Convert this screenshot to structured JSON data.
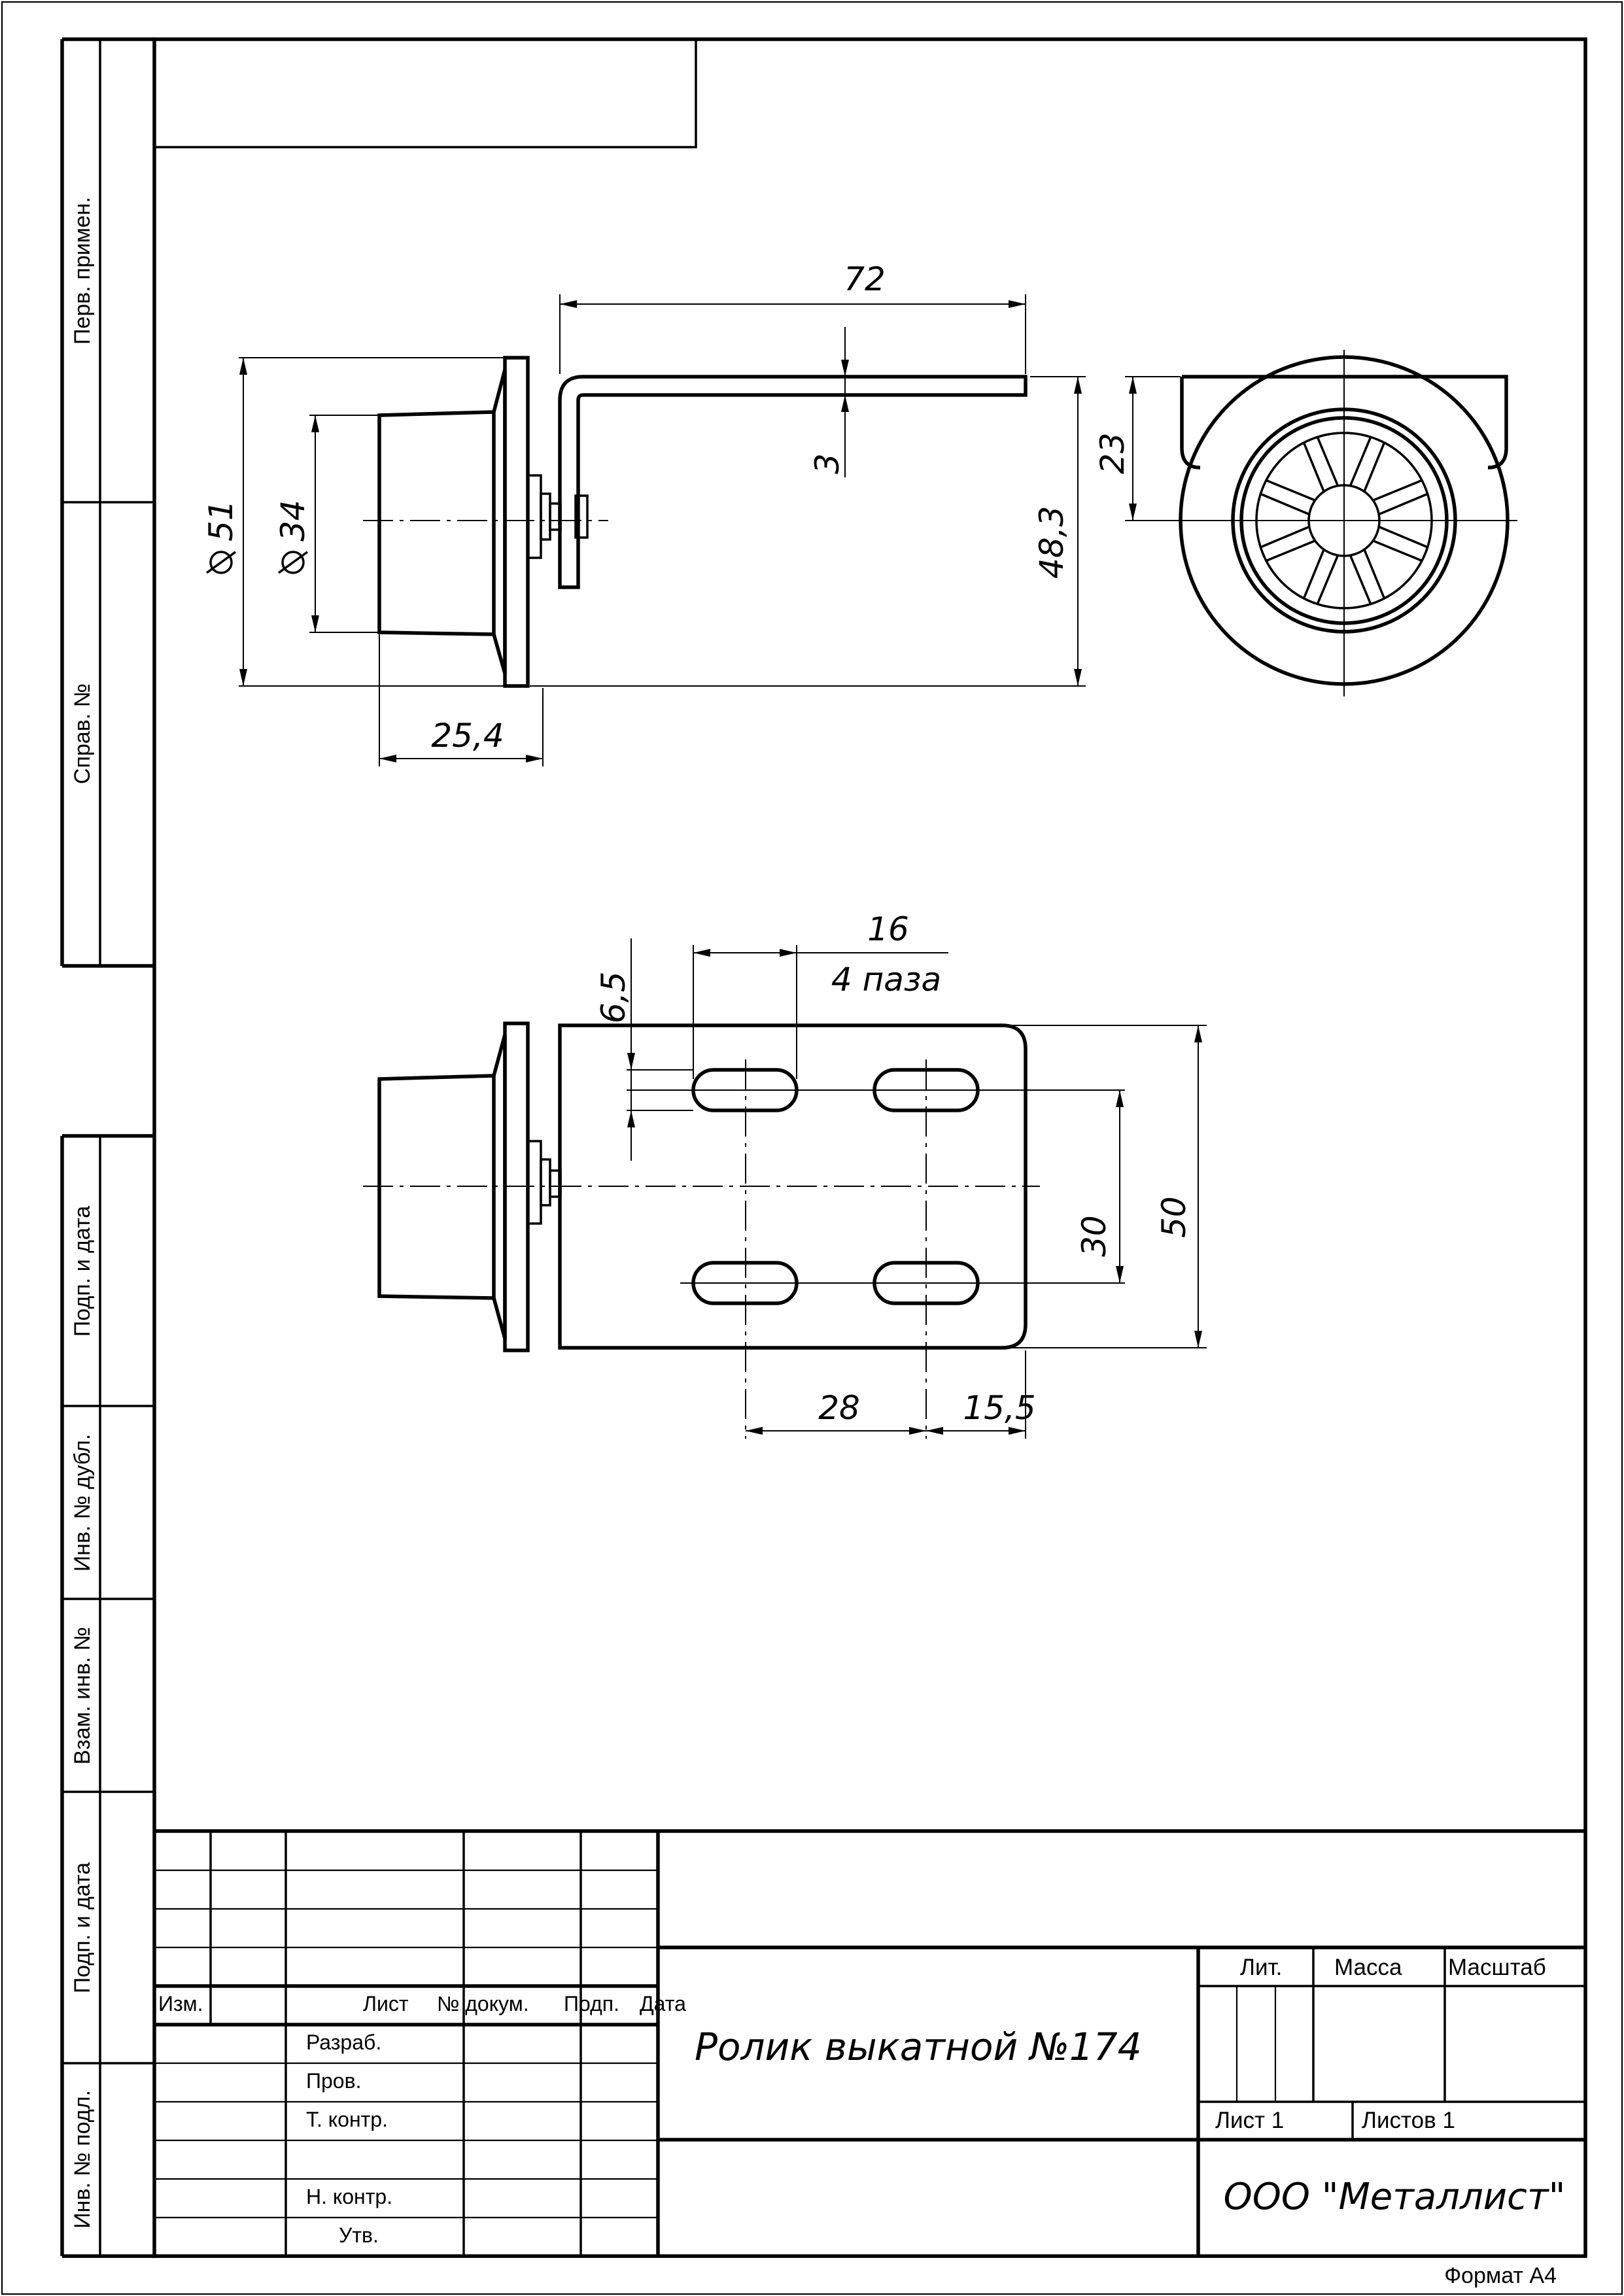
{
  "title": "Ролик выкатной №174",
  "company": "ООО \"Металлист\"",
  "format": "Формат А4",
  "side_labels": {
    "perv_primen": "Перв. примен.",
    "sprav_no": "Справ. №",
    "podp_data_1": "Подп. и дата",
    "inv_dubl": "Инв. № дубл.",
    "vzam_inv": "Взам. инв. №",
    "podp_data_2": "Подп. и дата",
    "inv_podl": "Инв. № подл."
  },
  "title_block": {
    "izm": "Изм.",
    "list": "Лист",
    "no_dokum": "№ докум.",
    "podp": "Подп.",
    "data": "Дата",
    "razrab": "Разраб.",
    "prov": "Пров.",
    "t_kontr": "Т. контр.",
    "n_kontr": "Н. контр.",
    "utv": "Утв.",
    "lit": "Лит.",
    "massa": "Масса",
    "masshtab": "Масштаб",
    "sheet": "Лист 1",
    "sheets": "Листов 1"
  },
  "dimensions": {
    "d72": "72",
    "d3": "3",
    "d48_3": "48,3",
    "d23": "23",
    "dia51": "51",
    "dia34": "34",
    "d25_4": "25,4",
    "d16": "16",
    "slots_note": "4 паза",
    "d6_5": "6,5",
    "d30": "30",
    "d50": "50",
    "d28": "28",
    "d15_5": "15,5"
  }
}
